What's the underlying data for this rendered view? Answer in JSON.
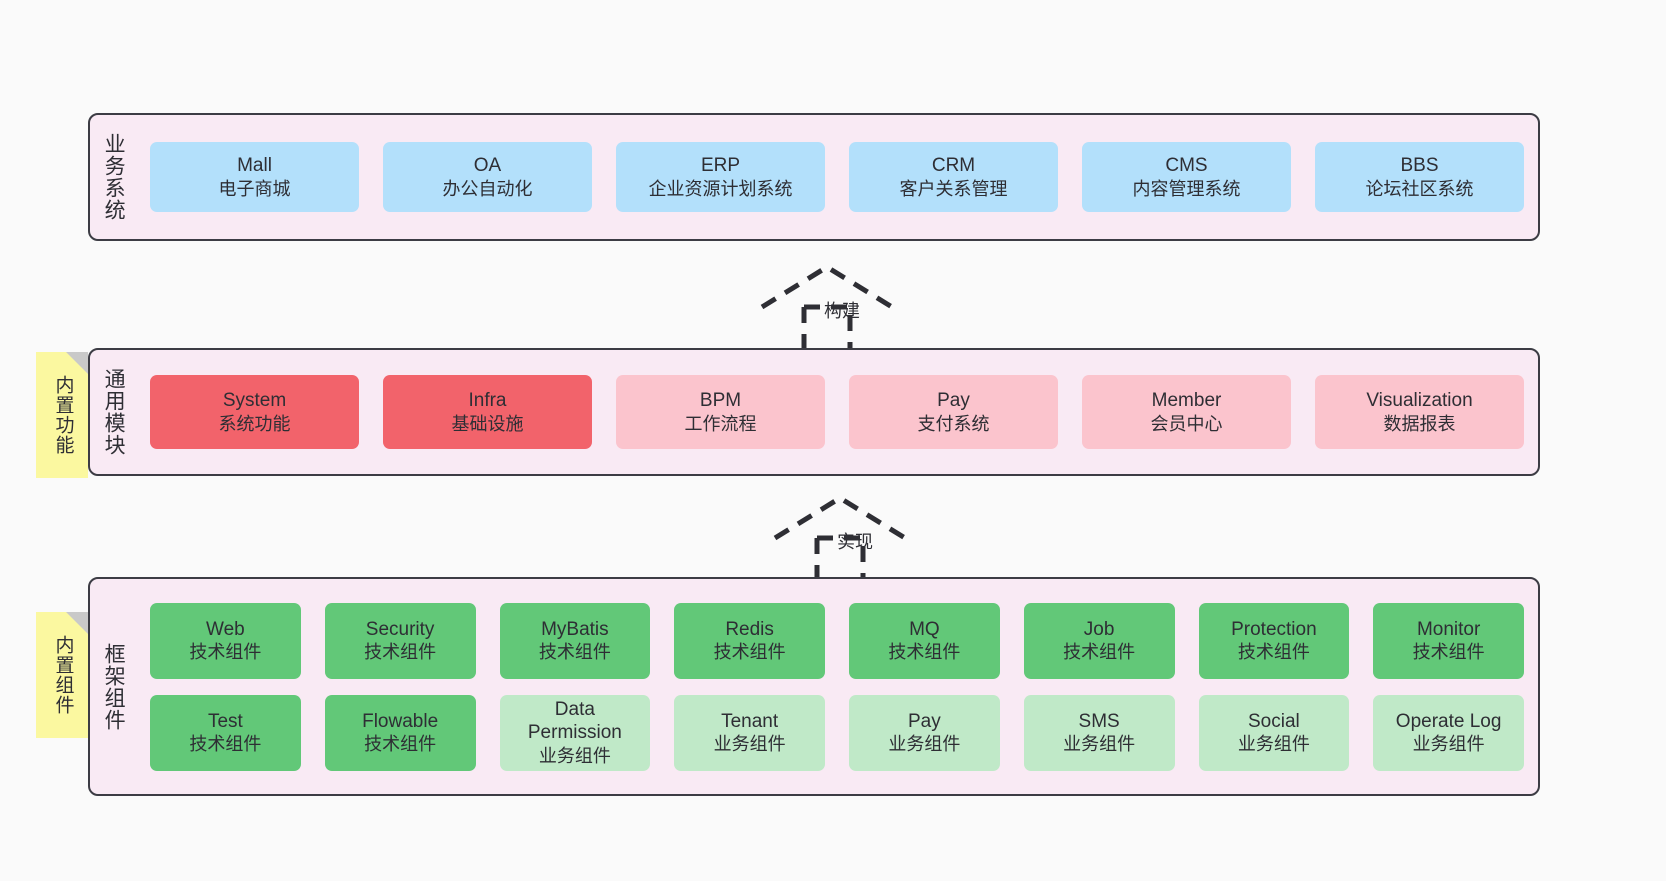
{
  "layers": [
    {
      "id": "business",
      "label": "业务系统",
      "rows": [
        {
          "cards": [
            {
              "title": "Mall",
              "sub": "电子商城",
              "color": "#b3e0fb"
            },
            {
              "title": "OA",
              "sub": "办公自动化",
              "color": "#b3e0fb"
            },
            {
              "title": "ERP",
              "sub": "企业资源计划系统",
              "color": "#b3e0fb"
            },
            {
              "title": "CRM",
              "sub": "客户关系管理",
              "color": "#b3e0fb"
            },
            {
              "title": "CMS",
              "sub": "内容管理系统",
              "color": "#b3e0fb"
            },
            {
              "title": "BBS",
              "sub": "论坛社区系统",
              "color": "#b3e0fb"
            }
          ]
        }
      ]
    },
    {
      "id": "common",
      "label": "通用模块",
      "rows": [
        {
          "cards": [
            {
              "title": "System",
              "sub": "系统功能",
              "color": "#f2636b"
            },
            {
              "title": "Infra",
              "sub": "基础设施",
              "color": "#f2636b"
            },
            {
              "title": "BPM",
              "sub": "工作流程",
              "color": "#fbc4cd"
            },
            {
              "title": "Pay",
              "sub": "支付系统",
              "color": "#fbc4cd"
            },
            {
              "title": "Member",
              "sub": "会员中心",
              "color": "#fbc4cd"
            },
            {
              "title": "Visualization",
              "sub": "数据报表",
              "color": "#fbc4cd"
            }
          ]
        }
      ]
    },
    {
      "id": "framework",
      "label": "框架组件",
      "rows": [
        {
          "cards": [
            {
              "title": "Web",
              "sub": "技术组件",
              "color": "#62c878"
            },
            {
              "title": "Security",
              "sub": "技术组件",
              "color": "#62c878"
            },
            {
              "title": "MyBatis",
              "sub": "技术组件",
              "color": "#62c878"
            },
            {
              "title": "Redis",
              "sub": "技术组件",
              "color": "#62c878"
            },
            {
              "title": "MQ",
              "sub": "技术组件",
              "color": "#62c878"
            },
            {
              "title": "Job",
              "sub": "技术组件",
              "color": "#62c878"
            },
            {
              "title": "Protection",
              "sub": "技术组件",
              "color": "#62c878"
            },
            {
              "title": "Monitor",
              "sub": "技术组件",
              "color": "#62c878"
            }
          ]
        },
        {
          "cards": [
            {
              "title": "Test",
              "sub": "技术组件",
              "color": "#62c878"
            },
            {
              "title": "Flowable",
              "sub": "技术组件",
              "color": "#62c878"
            },
            {
              "title": "Data Permission",
              "sub": "业务组件",
              "color": "#c0e9c8"
            },
            {
              "title": "Tenant",
              "sub": "业务组件",
              "color": "#c0e9c8"
            },
            {
              "title": "Pay",
              "sub": "业务组件",
              "color": "#c0e9c8"
            },
            {
              "title": "SMS",
              "sub": "业务组件",
              "color": "#c0e9c8"
            },
            {
              "title": "Social",
              "sub": "业务组件",
              "color": "#c0e9c8"
            },
            {
              "title": "Operate Log",
              "sub": "业务组件",
              "color": "#c0e9c8"
            }
          ]
        }
      ]
    }
  ],
  "notes": [
    {
      "id": "note-common",
      "label": "内置功能"
    },
    {
      "id": "note-framework",
      "label": "内置组件"
    }
  ],
  "arrows": [
    {
      "id": "arrow-build",
      "label": "构建"
    },
    {
      "id": "arrow-impl",
      "label": "实现"
    }
  ],
  "colors": {
    "canvas": "#fafafa",
    "panel_fill": "#f9eaf4",
    "panel_border": "#3c3c44",
    "note_fill": "#fbf8a0",
    "note_fold": "#c9c9c9",
    "business_card": "#b3e0fb",
    "common_core_card": "#f2636b",
    "common_card": "#fbc4cd",
    "tech_card": "#62c878",
    "biz_card": "#c0e9c8",
    "text": "#2e2e34"
  }
}
